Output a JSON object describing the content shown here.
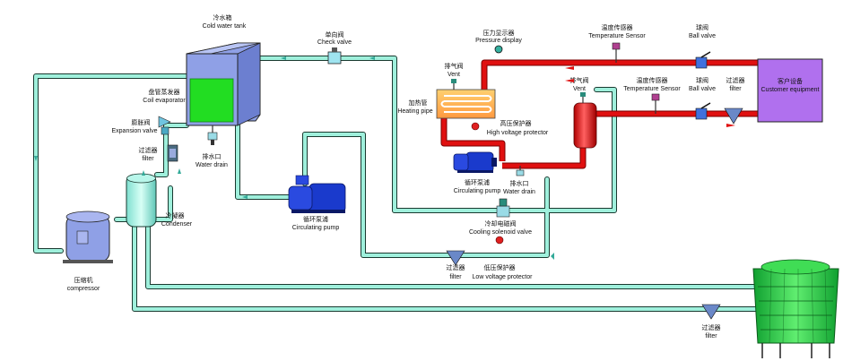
{
  "labels": {
    "cold_water_tank_cn": "冷水箱",
    "cold_water_tank_en": "Cold water tank",
    "check_valve_cn": "单向阀",
    "check_valve_en": "Check valve",
    "pressure_display_cn": "压力显示器",
    "pressure_display_en": "Pressure display",
    "temp_sensor1_cn": "温度传感器",
    "temp_sensor1_en": "Temperature Sensor",
    "ball_valve1_cn": "球阀",
    "ball_valve1_en": "Ball valve",
    "vent1_cn": "排气阀",
    "vent1_en": "Vent",
    "heating_pipe_cn": "加热管",
    "heating_pipe_en": "Heating pipe",
    "coil_evap_cn": "盘管蒸发器",
    "coil_evap_en": "Coil evaporator",
    "expansion_valve_cn": "膨胀阀",
    "expansion_valve_en": "Expansion valve",
    "high_voltage_cn": "高压保护器",
    "high_voltage_en": "High voltage protector",
    "vent2_cn": "排气阀",
    "vent2_en": "Vent",
    "temp_sensor2_cn": "温度传感器",
    "temp_sensor2_en": "Temperature Sensor",
    "ball_valve2_cn": "球阀",
    "ball_valve2_en": "Ball valve",
    "filter_right_cn": "过滤器",
    "filter_right_en": "filter",
    "customer_cn": "客户设备",
    "customer_en": "Customer equipment",
    "water_drain1_cn": "排水口",
    "water_drain1_en": "Water drain",
    "filter_left_cn": "过滤器",
    "filter_left_en": "filter",
    "circ_pump_right_cn": "循环泵浦",
    "circ_pump_right_en": "Circulating pump",
    "water_drain2_cn": "排水口",
    "water_drain2_en": "Water drain",
    "condenser_cn": "冷凝器",
    "condenser_en": "Condenser",
    "circ_pump_mid_cn": "循环泵浦",
    "circ_pump_mid_en": "Circulating pump",
    "cooling_sol_cn": "冷却电磁阀",
    "cooling_sol_en": "Cooling solenoid valve",
    "compressor_cn": "压缩机",
    "compressor_en": "compressor",
    "filter_mid_cn": "过滤器",
    "filter_mid_en": "filter",
    "low_voltage_cn": "低压保护器",
    "low_voltage_en": "Low voltage protector",
    "filter_bottom_cn": "过滤器",
    "filter_bottom_en": "filter"
  },
  "colors": {
    "water_pipe": "#9ff0dc",
    "pipe_outline": "#1a3a30",
    "hot_pipe": "#e01010",
    "tank": "#8fa0e6",
    "tank_fill": "#22dd22",
    "pump": "#1a3acc",
    "customer": "#b070ee",
    "tower": "#22cc44"
  }
}
